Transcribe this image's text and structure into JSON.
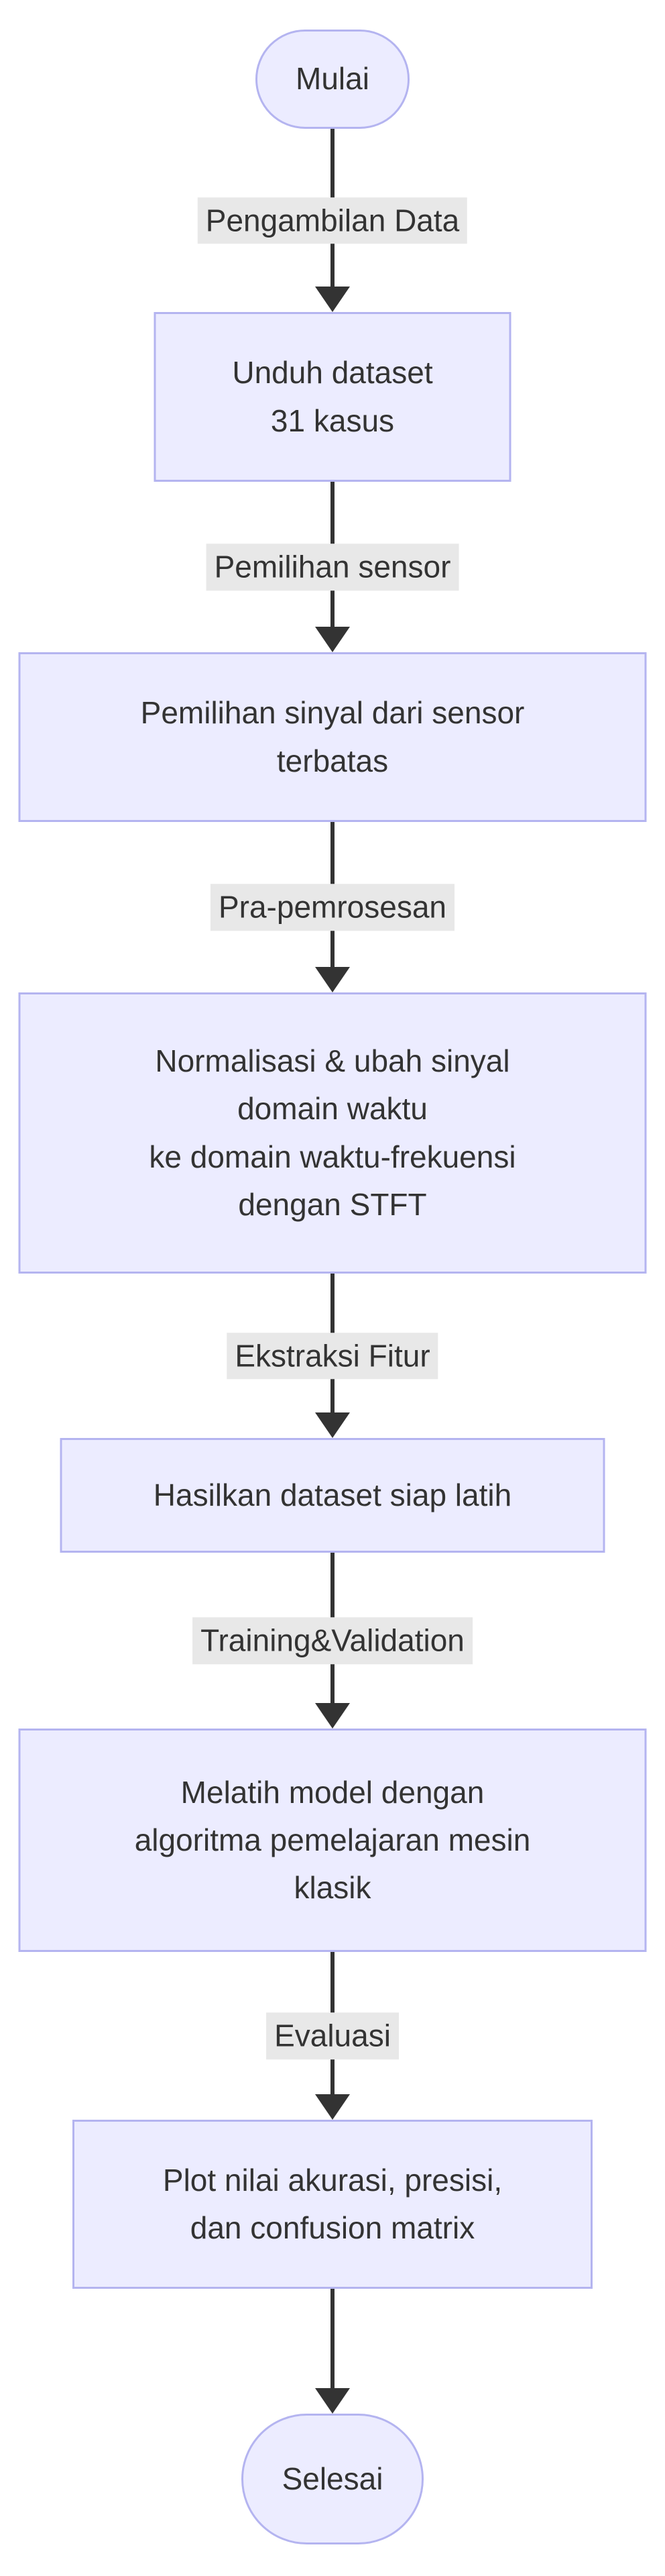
{
  "diagram": {
    "type": "flowchart",
    "direction": "top-down",
    "nodes": [
      {
        "id": "start",
        "shape": "stadium",
        "label": "Mulai"
      },
      {
        "id": "download-dataset",
        "shape": "rect",
        "label": "Unduh dataset\n31 kasus"
      },
      {
        "id": "signal-selection",
        "shape": "rect",
        "label": "Pemilihan sinyal dari sensor\nterbatas"
      },
      {
        "id": "preprocessing",
        "shape": "rect",
        "label": "Normalisasi & ubah sinyal\ndomain waktu\nke domain waktu-frekuensi\ndengan STFT"
      },
      {
        "id": "dataset-ready",
        "shape": "rect",
        "label": "Hasilkan dataset siap latih"
      },
      {
        "id": "train-model",
        "shape": "rect",
        "label": "Melatih model dengan\nalgoritma pemelajaran mesin\nklasik"
      },
      {
        "id": "plot-results",
        "shape": "rect",
        "label": "Plot nilai akurasi, presisi,\ndan confusion matrix"
      },
      {
        "id": "end",
        "shape": "stadium",
        "label": "Selesai"
      }
    ],
    "edges": [
      {
        "from": "start",
        "to": "download-dataset",
        "label": "Pengambilan Data"
      },
      {
        "from": "download-dataset",
        "to": "signal-selection",
        "label": "Pemilihan sensor"
      },
      {
        "from": "signal-selection",
        "to": "preprocessing",
        "label": "Pra-pemrosesan"
      },
      {
        "from": "preprocessing",
        "to": "dataset-ready",
        "label": "Ekstraksi Fitur"
      },
      {
        "from": "dataset-ready",
        "to": "train-model",
        "label": "Training&Validation"
      },
      {
        "from": "train-model",
        "to": "plot-results",
        "label": "Evaluasi"
      },
      {
        "from": "plot-results",
        "to": "end",
        "label": ""
      }
    ],
    "colors": {
      "node_fill": "#ECECFF",
      "node_border": "#B4B4F0",
      "edge_label_bg": "#E8E8E8",
      "line": "#333333",
      "text": "#333333",
      "background": "#FFFFFF"
    }
  }
}
